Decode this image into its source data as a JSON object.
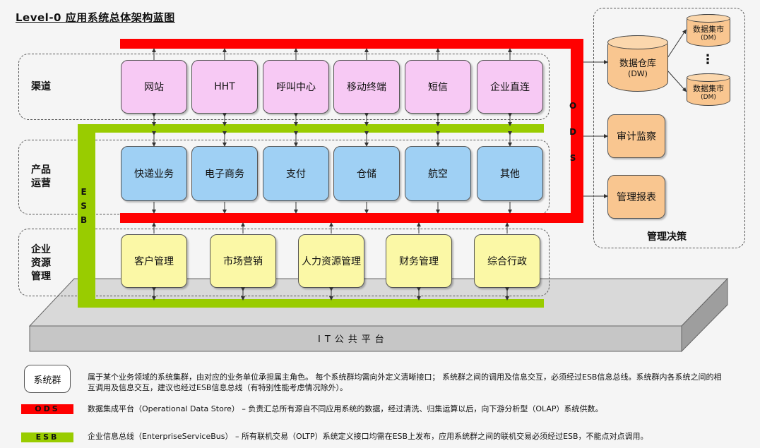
{
  "title": "Level-0 应用系统总体架构蓝图",
  "lanes": {
    "channel": "渠道",
    "product": "产品\n运营",
    "erp": "企业\n资源\n管理"
  },
  "channel_boxes": [
    "网站",
    "HHT",
    "呼叫中心",
    "移动终端",
    "短信",
    "企业直连"
  ],
  "product_boxes": [
    "快递业务",
    "电子商务",
    "支付",
    "仓储",
    "航空",
    "其他"
  ],
  "erp_boxes": [
    "客户管理",
    "市场营销",
    "人力资源管理",
    "财务管理",
    "综合行政"
  ],
  "ods_label": "O\nD\nS",
  "esb_label": "E\nS\nB",
  "right_panel": {
    "dw_label": "数据仓库",
    "dw_sub": "(DW)",
    "dm_label": "数据集市",
    "dm_sub": "(DM)",
    "dots": "⋮",
    "audit": "审计监察",
    "report": "管理报表",
    "caption": "管理决策"
  },
  "platform": "IT公共平台",
  "legend": {
    "group_label": "系统群",
    "group_desc": "属于某个业务领域的系统集群，由对应的业务单位承担属主角色。 每个系统群均需向外定义清晰接口； 系统群之间的调用及信息交互，必须经过ESB信息总线。系统群内各系统之间的相互调用及信息交互，建议也经过ESB信息总线（有特别性能考虑情况除外）。",
    "ods_swatch": "ODS",
    "ods_desc": "数据集成平台（Operational Data Store） – 负责汇总所有源自不同应用系统的数据，经过清洗、归集运算以后，向下游分析型（OLAP）系统供数。",
    "esb_swatch": "ESB",
    "esb_desc": "企业信息总线（EnterpriseServiceBus） – 所有联机交易（OLTP）系统定义接口均需在ESB上发布，应用系统群之间的联机交易必须经过ESB，不能点对点调用。"
  },
  "colors": {
    "ods": "#ff0000",
    "esb": "#99cc00",
    "channel_box": "#f7c9f4",
    "product_box": "#9fd0f4",
    "erp_box": "#fbf8a6",
    "decision_box": "#f9c690"
  }
}
